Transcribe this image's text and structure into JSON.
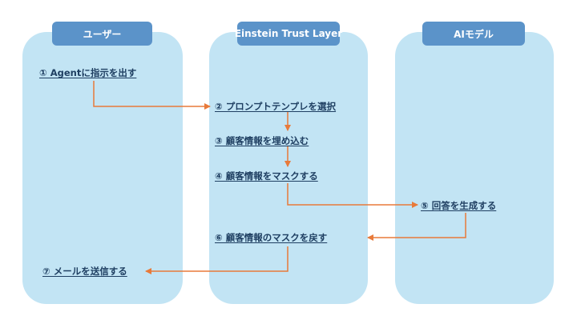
{
  "colors": {
    "lane_bg": "#c2e4f4",
    "header_bg": "#5b93c9",
    "header_text": "#ffffff",
    "step_text": "#1f3f62",
    "arrow": "#e87a3a"
  },
  "lanes": [
    {
      "title": "ユーザー"
    },
    {
      "title": "Einstein Trust Layer"
    },
    {
      "title": "AIモデル"
    }
  ],
  "steps": [
    {
      "label": "① Agentに指示を出す"
    },
    {
      "label": "② プロンプトテンプレを選択"
    },
    {
      "label": "③ 顧客情報を埋め込む"
    },
    {
      "label": "④ 顧客情報をマスクする"
    },
    {
      "label": "⑤ 回答を生成する"
    },
    {
      "label": "⑥ 顧客情報のマスクを戻す"
    },
    {
      "label": "⑦ メールを送信する"
    }
  ]
}
